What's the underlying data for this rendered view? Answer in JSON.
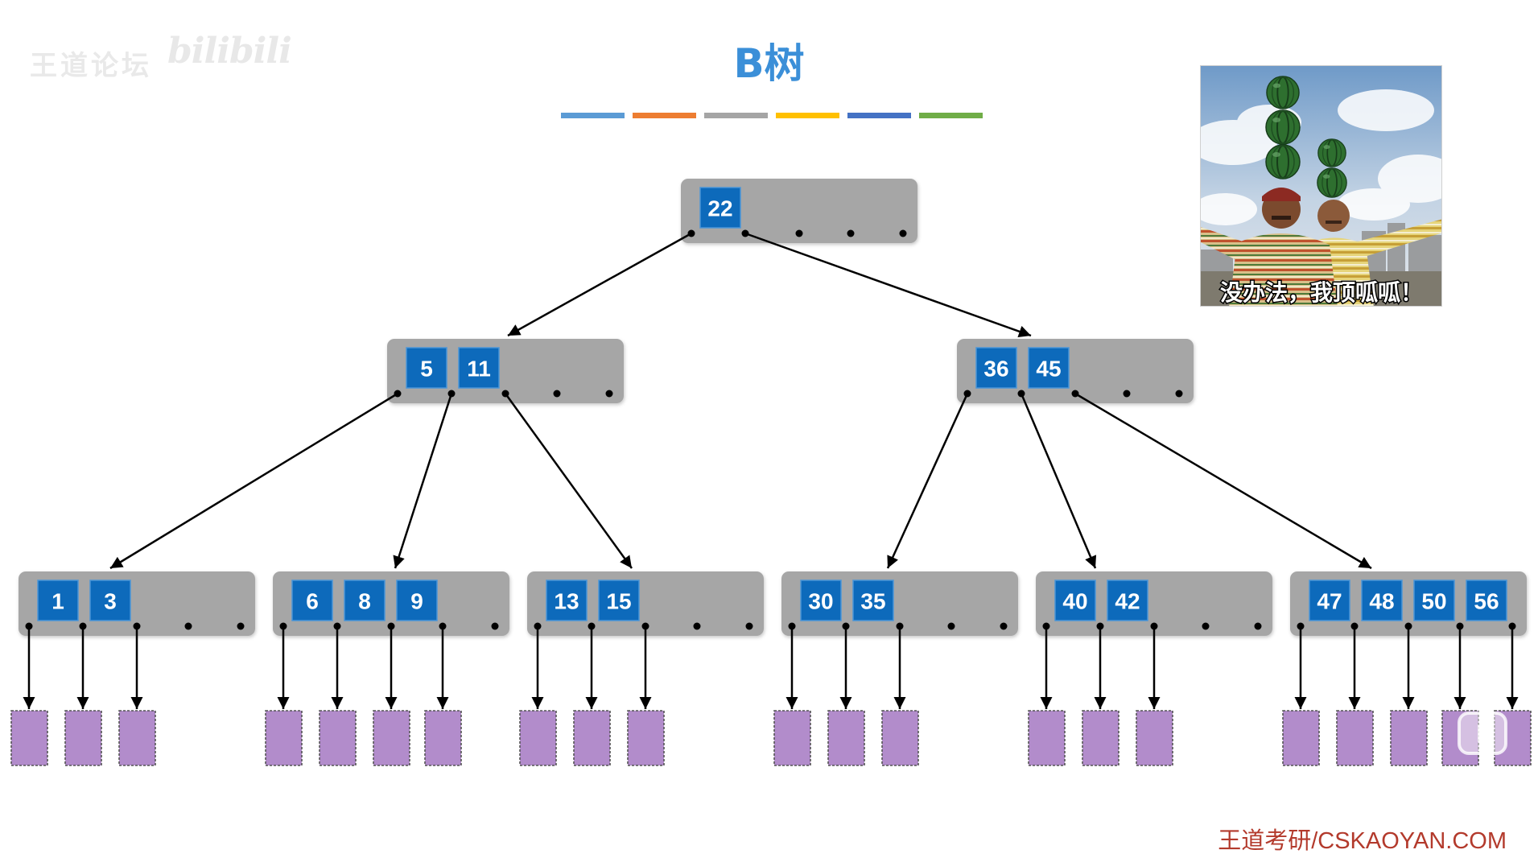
{
  "watermark": {
    "site": "王道论坛",
    "logo": "bilibili"
  },
  "title": "B树",
  "title_color": "#3b8fd8",
  "color_bar": [
    "#5b9bd5",
    "#ed7d31",
    "#a5a5a5",
    "#ffc000",
    "#4472c4",
    "#70ad47"
  ],
  "meme": {
    "caption": "没办法，我顶呱呱！"
  },
  "tree": {
    "keys": [
      22
    ],
    "children": [
      {
        "keys": [
          5,
          11
        ],
        "children": [
          {
            "keys": [
              1,
              3
            ]
          },
          {
            "keys": [
              6,
              8,
              9
            ]
          },
          {
            "keys": [
              13,
              15
            ]
          }
        ]
      },
      {
        "keys": [
          36,
          45
        ],
        "children": [
          {
            "keys": [
              30,
              35
            ]
          },
          {
            "keys": [
              40,
              42
            ]
          },
          {
            "keys": [
              47,
              48,
              50,
              56
            ]
          }
        ]
      }
    ]
  },
  "colors": {
    "node_fill": "#a6a6a6",
    "key_fill": "#0d6abb",
    "key_border": "#4a95d8",
    "key_text": "#ffffff",
    "leaf_fill": "#b28ccb",
    "leaf_border": "#555555",
    "edge": "#000000"
  },
  "footer": "王道考研/CSKAOYAN.COM",
  "footer_color": "#b33a2c"
}
